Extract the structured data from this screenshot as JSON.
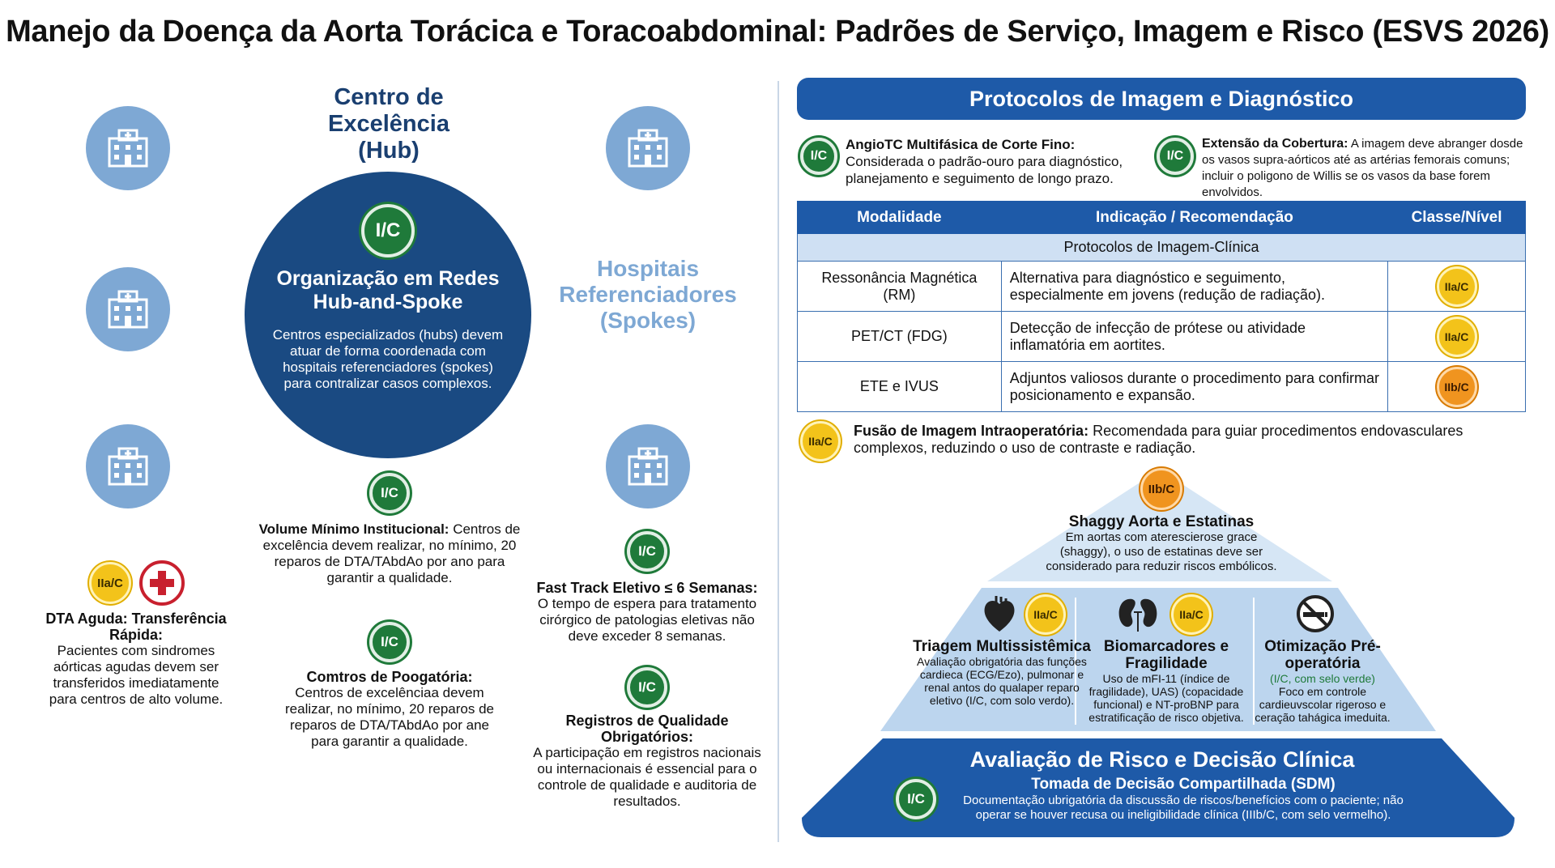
{
  "title": "Manejo da Doença da Aorta Torácica e Toracoabdominal: Padrões de Serviço, Imagem e Risco (ESVS 2026)",
  "colors": {
    "navy": "#1a4a82",
    "blue": "#1e5aa8",
    "light_blue": "#7ea8d4",
    "green": "#1f7a3a",
    "yellow": "#f3c31a",
    "orange": "#f0941f",
    "red": "#c8202e"
  },
  "left": {
    "hub_title": "Centro de Excelência (Hub)",
    "hub_badge": "I/C",
    "hub_circle_title": "Organização em Redes Hub-and-Spoke",
    "hub_circle_text": "Centros especializados (hubs) devem atuar de forma coordenada com hospitais referenciadores (spokes) para contralizar casos complexos.",
    "spokes_title": "Hospitais Referenciadores (Spokes)",
    "volume_badge": "I/C",
    "volume_title": "Volume Mínimo Institucional:",
    "volume_text": "Centros de excelência devem realizar, no mínimo, 20 reparos de DTA/TAbdAo por ano para garantir a qualidade.",
    "poog_badge": "I/C",
    "poog_title": "Comtros de Poogatória:",
    "poog_text": "Centros de excelênciaa devem realizar, no mínimo, 20 reparos de reparos de DTA/TAbdAo por ane para garantir a qualidade.",
    "dta_badge": "IIa/C",
    "dta_title": "DTA Aguda: Transferência Rápida:",
    "dta_text": "Pacientes com sindromes aórticas agudas devem ser transferidos imediatamente para centros de alto volume.",
    "fast_badge": "I/C",
    "fast_title": "Fast Track Eletivo ≤ 6 Semanas:",
    "fast_text": "O tempo de espera para tratamento cirórgico de patologias eletivas não deve exceder 8 semanas.",
    "reg_badge": "I/C",
    "reg_title": "Registros de Qualidade Obrigatórios:",
    "reg_text": "A participação em registros nacionais ou internacionais é essencial para o controle de qualidade e auditoria de resultados."
  },
  "right": {
    "header": "Protocolos de Imagem e Diagnóstico",
    "angio_badge": "I/C",
    "angio_title": "AngioTC Multifásica de Corte Fino:",
    "angio_text": "Considerada o padrão-ouro para diagnóstico, planejamento e seguimento de longo prazo.",
    "ext_badge": "I/C",
    "ext_title": "Extensão da Cobertura:",
    "ext_text": "A imagem deve abranger dosde os vasos supra-aórticos até as artérias femorais comuns; incluir o poligono de Willis se os vasos da base forem envolvidos.",
    "table": {
      "headers": [
        "Modalidade",
        "Indicação / Recomendação",
        "Classe/Nível"
      ],
      "subheader": "Protocolos de Imagem-Clínica",
      "rows": [
        {
          "modality": "Ressonância Magnética (RM)",
          "indication": "Alternativa para diagnóstico e seguimento, especialmente em jovens (redução de radiação).",
          "class": "IIa/C"
        },
        {
          "modality": "PET/CT (FDG)",
          "indication": "Detecção de infecção de prótese ou atividade inflamatória em aortites.",
          "class": "IIa/C"
        },
        {
          "modality": "ETE e IVUS",
          "indication": "Adjuntos valiosos durante o procedimento para confirmar posicionamento e expansão.",
          "class": "IIb/C"
        }
      ]
    },
    "fusion_badge": "IIa/C",
    "fusion_title": "Fusão de Imagem Intraoperatória:",
    "fusion_text": "Recomendada para guiar procedimentos endovasculares complexos, reduzindo o uso de contraste e radiação.",
    "pyramid": {
      "top_badge": "IIb/C",
      "top_title": "Shaggy Aorta e Estatinas",
      "top_text": "Em aortas com aterescierose grace (shaggy), o uso de estatinas deve ser considerado para reduzir riscos embólicos.",
      "mid1_badge": "IIa/C",
      "mid1_title": "Triagem Multissistêmica",
      "mid1_text": "Avaliação obrigatória das funções cardieca (ECG/Ezo), pulmonar e renal antos do qualaper reparo eletivo (I/C, com solo verdo).",
      "mid2_badge": "IIa/C",
      "mid2_title": "Biomarcadores e Fragilidade",
      "mid2_text": "Uso de mFI-11 (índice de fragilidade), UAS) (copacidade funcional) e NT-proBNP para estratificação de risco objetiva.",
      "mid3_title": "Otimização Pré-operatória",
      "mid3_note": "(I/C, com selo verde)",
      "mid3_text": "Foco em controle cardieuvscolar rigeroso e ceração tahágica imeduita.",
      "base_title": "Avaliação de Risco e Decisão Clínica",
      "base_badge": "I/C",
      "base_subtitle": "Tomada de Decisão Compartilhada (SDM)",
      "base_text": "Documentação ubrigatória da discussão de riscos/benefícios com o paciente; não operar se houver recusa ou ineligibilidade clínica (IIIb/C, com selo vermelho)."
    }
  }
}
